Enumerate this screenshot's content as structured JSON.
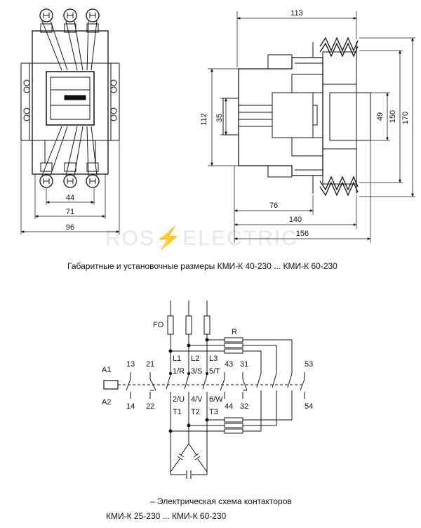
{
  "watermark": {
    "left": "ROS",
    "bolt": "⚡",
    "right": "ELECTRIC"
  },
  "front_view": {
    "dims": {
      "inner": "44",
      "mid": "71",
      "outer": "96"
    }
  },
  "side_view": {
    "dims": {
      "top": "113",
      "h112": "112",
      "h35": "35",
      "h49": "49",
      "h150": "150",
      "h170": "170",
      "b76": "76",
      "b140": "140",
      "b156": "156"
    }
  },
  "captions": {
    "dimensions": "Габаритные и установочные размеры КМИ-К 40-230 ... КМИ-К 60-230",
    "scheme_line1": "– Электрическая схема контакторов",
    "scheme_line2": "КМИ-К 25-230 ... КМИ-К 60-230"
  },
  "schematic": {
    "labels": {
      "fo": "FO",
      "r": "R",
      "a1": "A1",
      "a2": "A2",
      "n13": "13",
      "n14": "14",
      "n21": "21",
      "n22": "22",
      "l1": "L1",
      "l2": "L2",
      "l3": "L3",
      "p1r": "1/R",
      "p3s": "3/S",
      "p5t": "5/T",
      "p2u": "2/U",
      "p4v": "4/V",
      "p6w": "6/W",
      "t1": "T1",
      "t2": "T2",
      "t3": "T3",
      "n43": "43",
      "n44": "44",
      "n31": "31",
      "n32": "32",
      "n53": "53",
      "n54": "54"
    }
  }
}
